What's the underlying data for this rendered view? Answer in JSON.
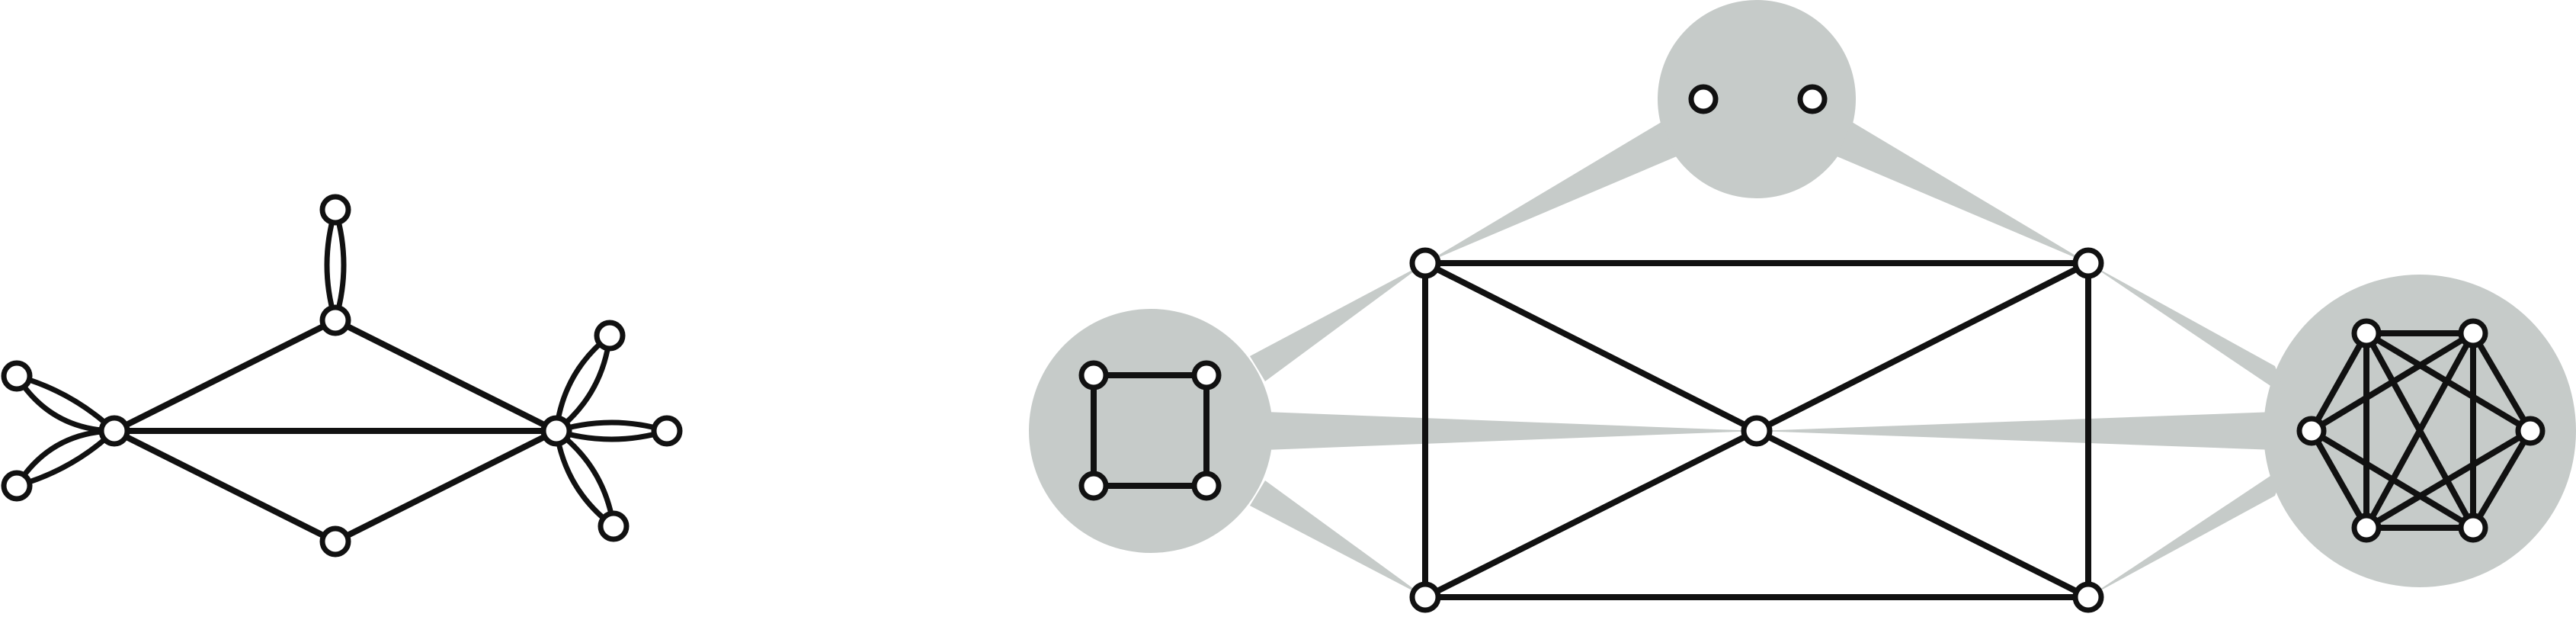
{
  "colors": {
    "background": "#ffffff",
    "edge": "#111111",
    "node_fill": "#ffffff",
    "node_stroke": "#111111",
    "blob": "#c6cbc9"
  },
  "graphs": [
    {
      "id": "multigraph-left",
      "nodes": [
        "a",
        "b",
        "c",
        "d",
        "e",
        "f",
        "g",
        "h",
        "i",
        "j",
        "k"
      ],
      "edges": [
        [
          "a",
          "b",
          "arc"
        ],
        [
          "a",
          "b",
          "arc"
        ],
        [
          "a",
          "c"
        ],
        [
          "a",
          "d"
        ],
        [
          "a",
          "e"
        ],
        [
          "c",
          "f"
        ],
        [
          "c",
          "f",
          "arc"
        ],
        [
          "c",
          "f",
          "arc"
        ],
        [
          "c",
          "e"
        ],
        [
          "d",
          "e"
        ],
        [
          "e",
          "g",
          "arc"
        ],
        [
          "e",
          "g",
          "arc"
        ],
        [
          "e",
          "h",
          "arc"
        ],
        [
          "e",
          "h",
          "arc"
        ],
        [
          "e",
          "i",
          "arc"
        ],
        [
          "e",
          "i",
          "arc"
        ],
        [
          "j",
          "a",
          "arc"
        ],
        [
          "k",
          "a",
          "arc"
        ],
        [
          "j",
          "a",
          "arc"
        ],
        [
          "k",
          "a",
          "arc"
        ]
      ]
    },
    {
      "id": "blown-up-right",
      "hubs": [
        "h1",
        "h2",
        "h3",
        "h4",
        "h5"
      ],
      "hub_edges": [
        [
          "h1",
          "h2"
        ],
        [
          "h1",
          "h3"
        ],
        [
          "h1",
          "h5"
        ],
        [
          "h2",
          "h3"
        ],
        [
          "h2",
          "h4"
        ],
        [
          "h3",
          "h4"
        ],
        [
          "h3",
          "h5"
        ],
        [
          "h4",
          "h5"
        ]
      ],
      "blobs": [
        "square-cluster",
        "pair-cluster",
        "octahedral-cluster"
      ],
      "square_cluster_nodes": 4,
      "pair_cluster_nodes": 2,
      "octahedral_cluster_nodes": 6
    }
  ]
}
